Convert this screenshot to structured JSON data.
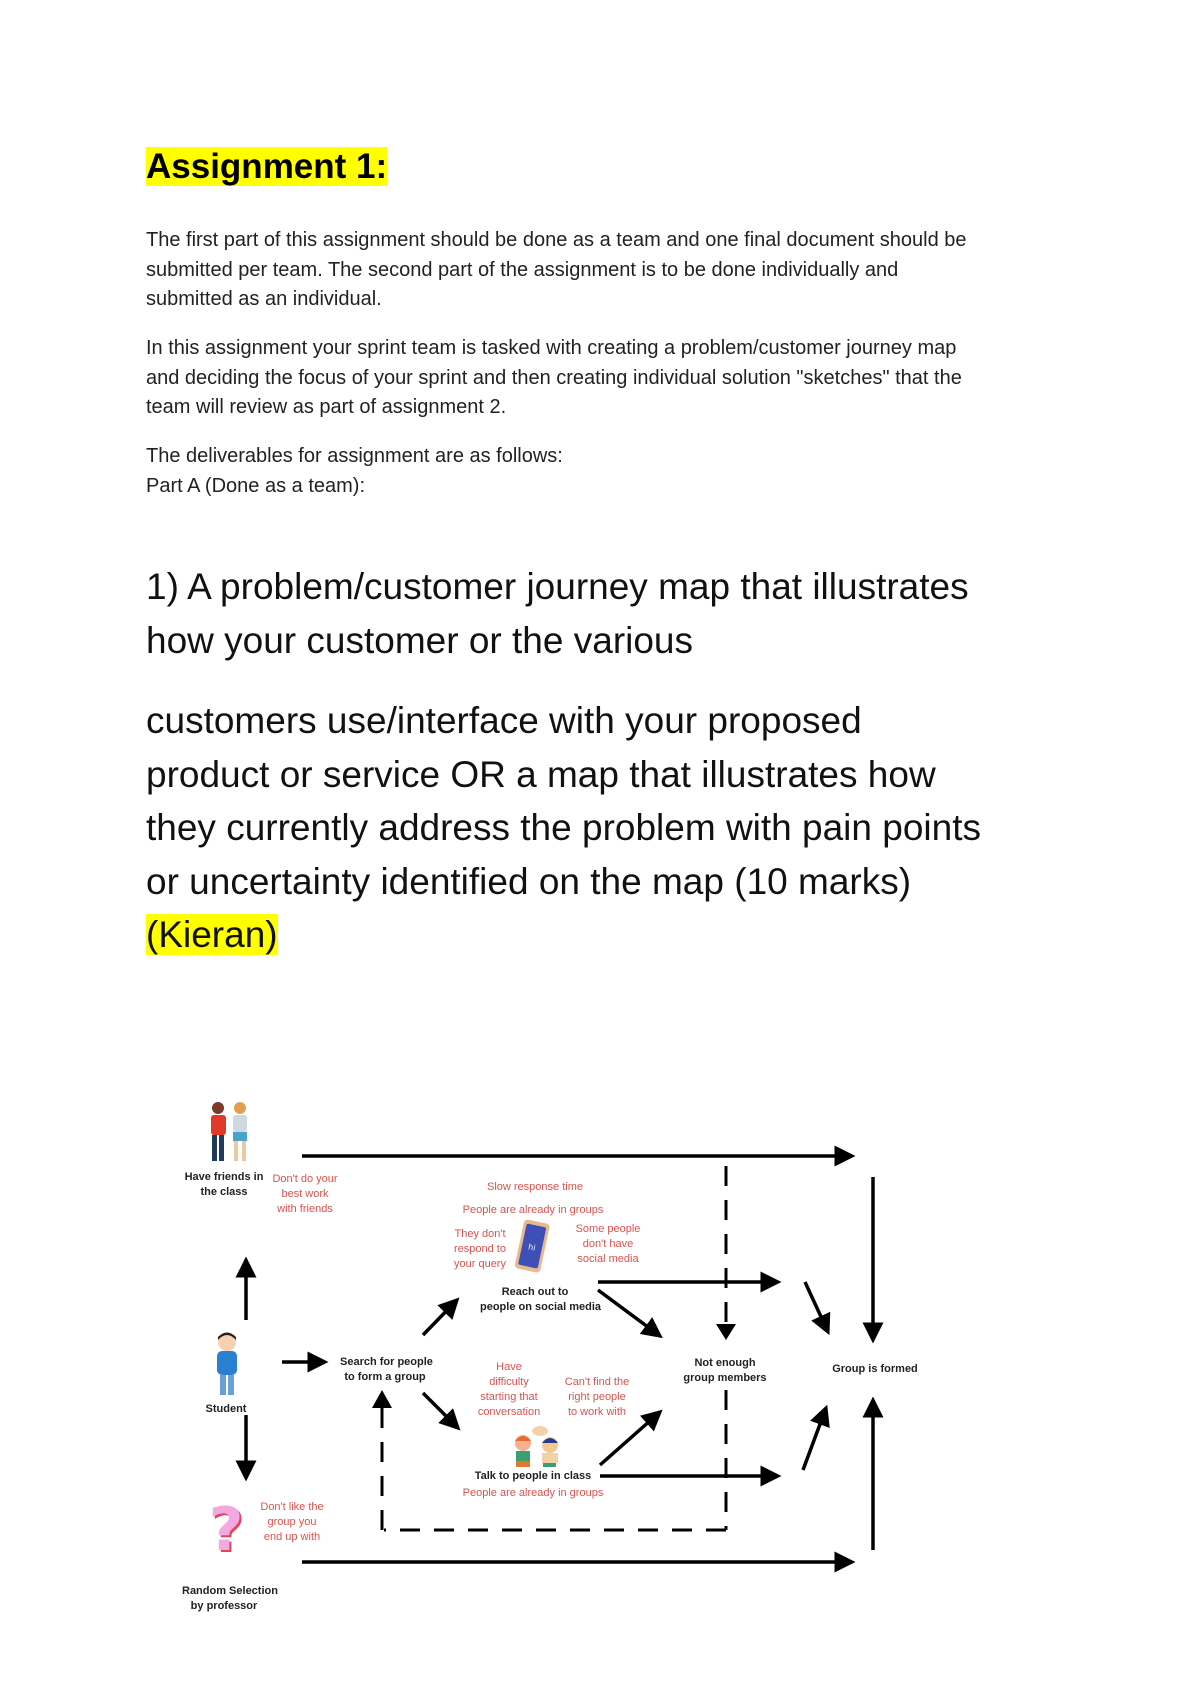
{
  "document": {
    "title": "Assignment 1:",
    "paragraphs": [
      [
        "The first part of this assignment should be done as a team and one final document should be",
        "submitted per team. The second part of the assignment is to be done individually and",
        "submitted as an individual."
      ],
      [
        "In this assignment your sprint team is tasked with creating a problem/customer journey map",
        "and deciding the focus of your sprint and then creating individual solution \"sketches\" that the",
        "team will review as part of assignment 2."
      ],
      [
        "The deliverables for assignment are as follows:",
        "Part A (Done as a team):"
      ]
    ],
    "deliverable_1": {
      "line1": "1) A problem/customer journey map that illustrates",
      "line2": "how your customer or the various",
      "line3": "customers use/interface with your proposed",
      "line4": "product or service OR a map that illustrates how",
      "line5": "they currently address the problem with pain points",
      "line6": "or uncertainty identified on the map (10 marks)",
      "assignee": "(Kieran)"
    },
    "highlight_color": "#ffff00"
  },
  "journey_map": {
    "nodes": {
      "friends": [
        "Have friends in",
        "the class"
      ],
      "student": "Student",
      "random": [
        "Random Selection",
        "by professor"
      ],
      "search": [
        "Search for people",
        "to form a group"
      ],
      "social": [
        "Reach out to",
        "people on social media"
      ],
      "talk": "Talk to people in class",
      "not_enough": [
        "Not enough",
        "group members"
      ],
      "formed": "Group is formed"
    },
    "pain_points": {
      "friends": [
        "Don't do your",
        "best work",
        "with friends"
      ],
      "slow_response": "Slow response time",
      "already_groups_top": "People are already in groups",
      "dont_respond": [
        "They don't",
        "respond to",
        "your query"
      ],
      "no_social": [
        "Some people",
        "don't have",
        "social media"
      ],
      "difficulty": [
        "Have",
        "difficulty",
        "starting that",
        "conversation"
      ],
      "cant_find": [
        "Can't find the",
        "right people",
        "to work with"
      ],
      "already_groups_bottom": "People are already in groups",
      "dont_like": [
        "Don't like the",
        "group you",
        "end up with"
      ]
    },
    "pain_color": "#d9534f"
  }
}
